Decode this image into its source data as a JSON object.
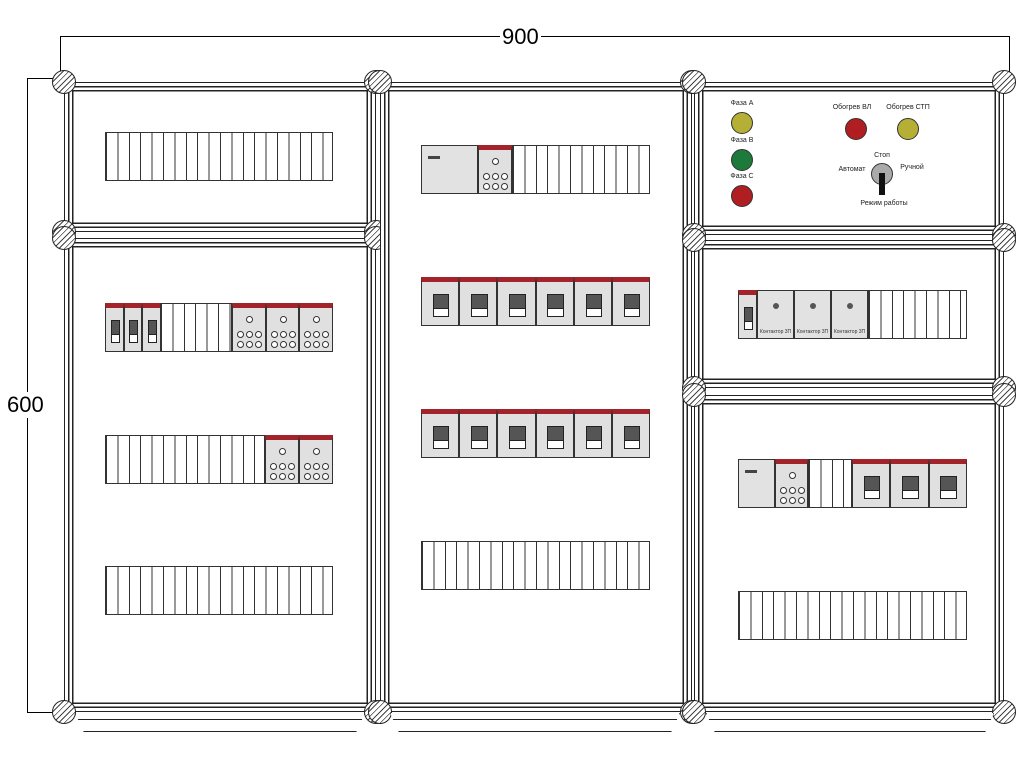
{
  "dimensions": {
    "width_label": "900",
    "height_label": "600"
  },
  "control_panel": {
    "indicators": [
      {
        "label": "Фаза A",
        "color": "#b5b035"
      },
      {
        "label": "Фаза B",
        "color": "#1e7a3a"
      },
      {
        "label": "Фаза C",
        "color": "#b01e22"
      },
      {
        "label": "Обогрев ВЛ",
        "color": "#b01e22"
      },
      {
        "label": "Обогрев СТП",
        "color": "#b5b035"
      }
    ],
    "switch": {
      "top_label": "Стоп",
      "left_label": "Автомат",
      "right_label": "Ручной",
      "bottom_label": "Режим работы"
    }
  },
  "contactor_label": "Контактор 3П",
  "colors": {
    "breaker_accent": "#a3232a",
    "module_grey": "#e0e0e0",
    "line": "#222222"
  }
}
